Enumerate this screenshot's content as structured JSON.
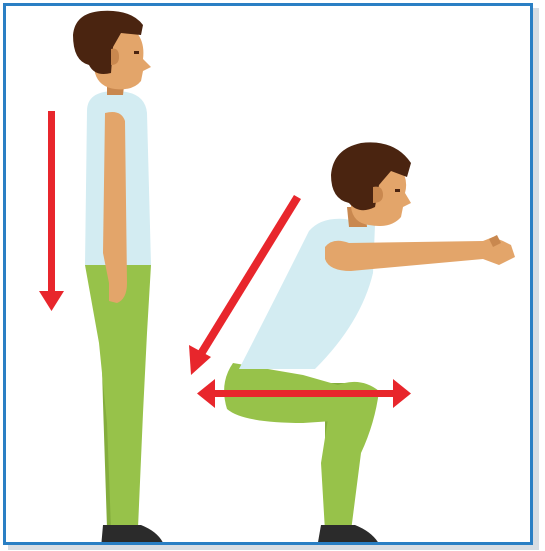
{
  "colors": {
    "frame": "#2a7fc4",
    "skin": "#e3a56a",
    "skin_shade": "#c9884f",
    "hair": "#4a2410",
    "shirt": "#d3ecf2",
    "pants": "#97c24a",
    "pants_shade": "#84ad3d",
    "shoe": "#2b2b2b",
    "arrow": "#e8262c"
  },
  "figures": [
    {
      "name": "standing-figure",
      "pose": "standing"
    },
    {
      "name": "squatting-figure",
      "pose": "squat"
    }
  ],
  "arrows": [
    {
      "name": "lower-down-arrow",
      "direction": "down"
    },
    {
      "name": "diagonal-down-arrow",
      "direction": "down-left"
    },
    {
      "name": "horizontal-double-arrow",
      "direction": "left-right"
    }
  ]
}
